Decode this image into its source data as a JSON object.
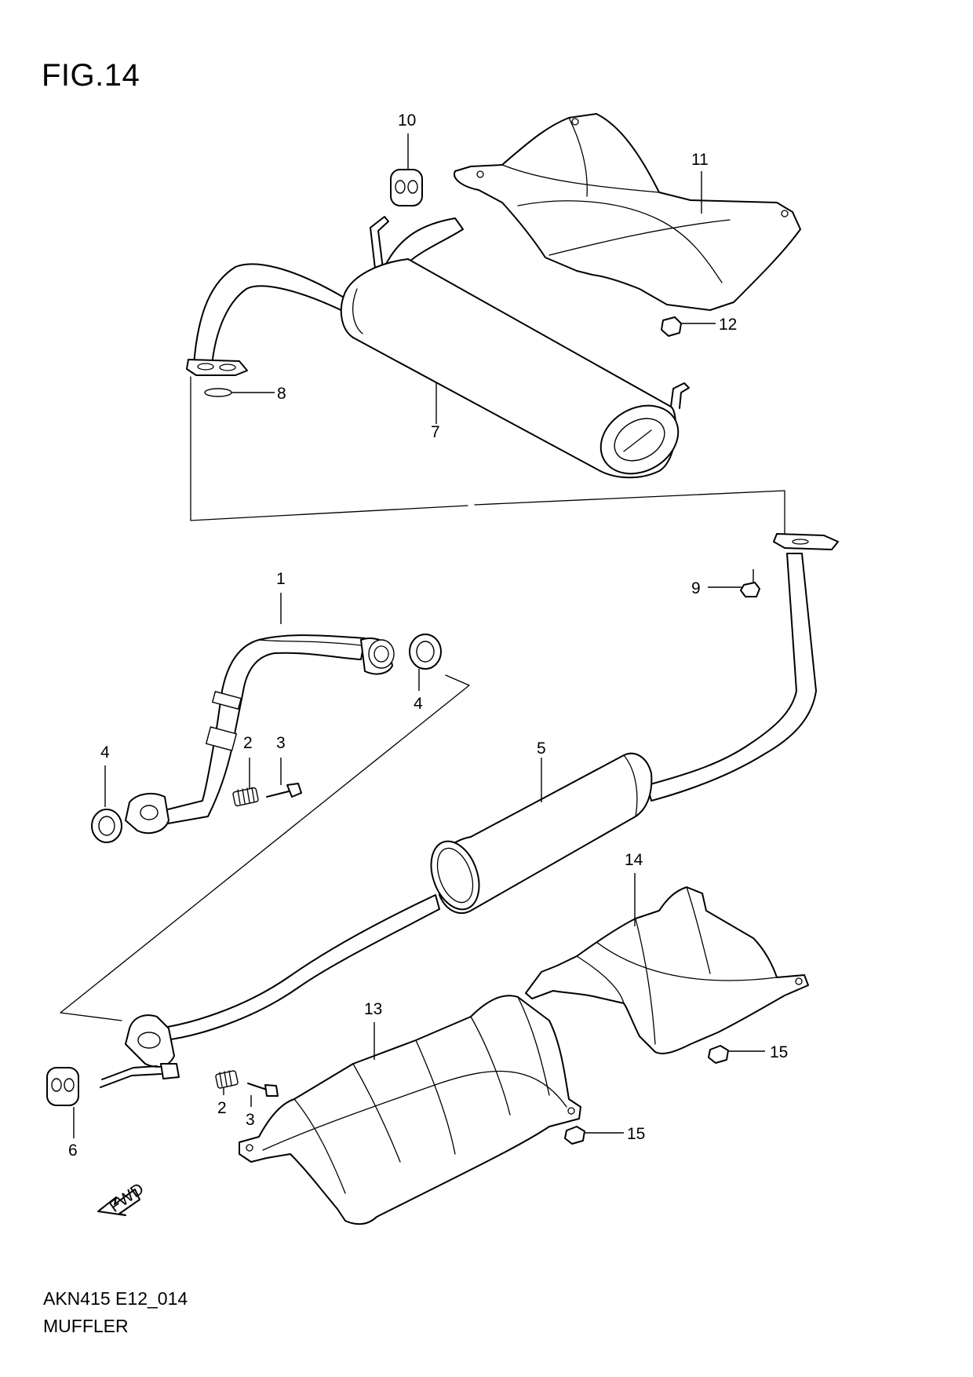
{
  "figure": {
    "title": "FIG.14",
    "code": "AKN415 E12_014",
    "name": "MUFFLER"
  },
  "fwd_label": "FWD",
  "callouts": {
    "c1": "1",
    "c2a": "2",
    "c2b": "2",
    "c3a": "3",
    "c3b": "3",
    "c4a": "4",
    "c4b": "4",
    "c5": "5",
    "c6": "6",
    "c7": "7",
    "c8": "8",
    "c9": "9",
    "c10": "10",
    "c11": "11",
    "c12": "12",
    "c13": "13",
    "c14": "14",
    "c15a": "15",
    "c15b": "15"
  }
}
